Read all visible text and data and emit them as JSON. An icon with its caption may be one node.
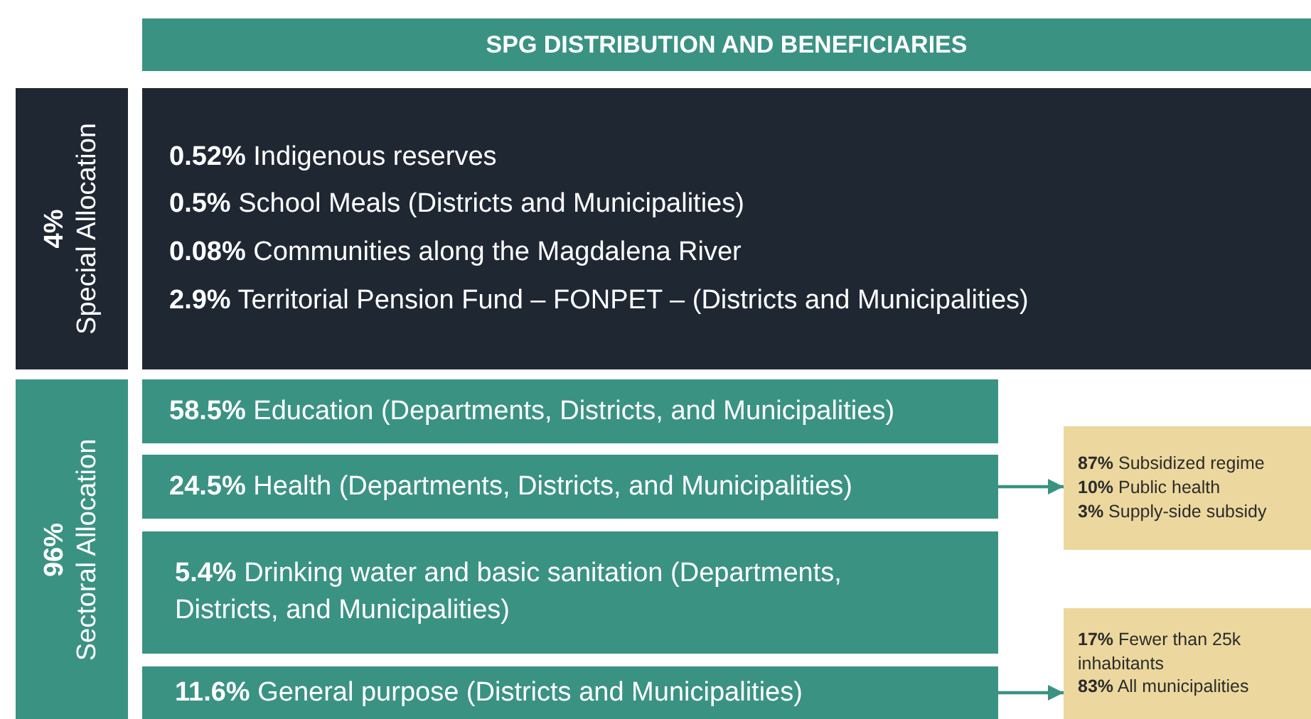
{
  "diagram": {
    "title": "SPG DISTRIBUTION AND BENEFICIARIES",
    "nodes": [
      {
        "text": [
          "4%",
          "Special Allocation"
        ]
      },
      {
        "text": [
          "**0.52%** Indigenous reserves",
          "**0.5%** School Meals (Districts and Municipalities)",
          "**0.08%** Communities along the Magdalena River",
          "**2.9%** Territorial Pension Fund – FONPET – (Districts and Municipalities)"
        ]
      },
      {
        "text": [
          "96%",
          "Sectoral Allocation"
        ]
      },
      {
        "text": [
          "**58.5%** Education (Departments, Districts, and Municipalities)"
        ]
      },
      {
        "text": [
          "**24.5%** Health (Departments, Districts, and Municipalities)"
        ]
      },
      {
        "text": [
          "**5.4%** Drinking water and basic sanitation (Departments, Districts, and Municipalities)"
        ]
      },
      {
        "text": [
          "**11.6%** General purpose (Districts and Municipalities)"
        ]
      },
      {
        "text": [
          "**87%** Subsidized regime",
          "**10%** Public health",
          "**3%** Supply-side subsidy"
        ]
      },
      {
        "text": [
          "**17%** Fewer than 25k inhabitants",
          "**83%** All municipalities"
        ]
      }
    ],
    "edges": [
      {
        "from": 4,
        "to": 7,
        "arrow": "to"
      },
      {
        "from": 6,
        "to": 8,
        "arrow": "to"
      }
    ]
  }
}
